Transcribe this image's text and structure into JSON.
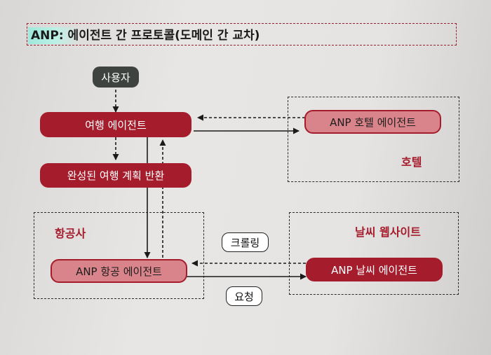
{
  "title": "ANP: 에이전트 간 프로토콜(도메인 간 교차)",
  "nodes": {
    "user": "사용자",
    "travel_agent": "여행 에이전트",
    "completed_plan": "완성된 여행 계획 반환",
    "hotel_agent": "ANP 호텔 에이전트",
    "airline_agent": "ANP 항공 에이전트",
    "weather_agent": "ANP 날씨 에이전트"
  },
  "regions": {
    "hotel": "호텔",
    "airline": "항공사",
    "weather": "날씨 웹사이트"
  },
  "tags": {
    "crawling": "크롤링",
    "request": "요청"
  },
  "colors": {
    "accent_red": "#a51d2c",
    "light_red": "#d9838a",
    "title_highlight": "#9fe8dc",
    "user_node": "#3f433f"
  }
}
